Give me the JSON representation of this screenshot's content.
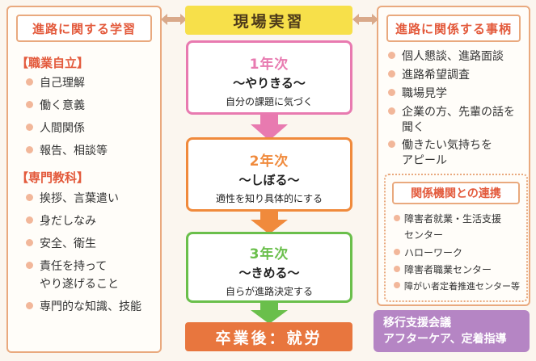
{
  "center": {
    "top_label": "現場実習",
    "stages": [
      {
        "year": "1年次",
        "motto": "〜やりきる〜",
        "desc": "自分の課題に気づく",
        "color": "#e87ab0"
      },
      {
        "year": "2年次",
        "motto": "〜しぼる〜",
        "desc": "適性を知り具体的にする",
        "color": "#f08a3c"
      },
      {
        "year": "3年次",
        "motto": "〜きめる〜",
        "desc": "自らが進路決定する",
        "color": "#6abf4b"
      }
    ],
    "bottom_label": "卒業後：就労"
  },
  "left_panel": {
    "title": "進路に関する学習",
    "sections": [
      {
        "heading": "【職業自立】",
        "items": [
          "自己理解",
          "働く意義",
          "人間関係",
          "報告、相談等"
        ]
      },
      {
        "heading": "【専門教科】",
        "items": [
          "挨拶、言葉遣い",
          "身だしなみ",
          "安全、衛生",
          "責任を持って",
          "やり遂げること",
          "専門的な知識、技能"
        ]
      }
    ]
  },
  "right_panel": {
    "title": "進路に関係する事柄",
    "items": [
      "個人懇談、進路面談",
      "進路希望調査",
      "職場見学",
      "企業の方、先輩の話を",
      "聞く",
      "働きたい気持ちを",
      "アピール"
    ],
    "sub_panel": {
      "title": "関係機関との連携",
      "items": [
        "障害者就業・生活支援",
        "センター",
        "ハローワーク",
        "障害者職業センター",
        "障がい者定着推進センター等"
      ]
    }
  },
  "support_box": {
    "line1": "移行支援会議",
    "line2": "アフターケア、定着指導"
  },
  "colors": {
    "accent": "#e35a3c",
    "border": "#e9a97e",
    "top_box": "#f7e04a",
    "bottom_box": "#e8763e",
    "support": "#b585c4",
    "connector": "#d9a98a"
  }
}
